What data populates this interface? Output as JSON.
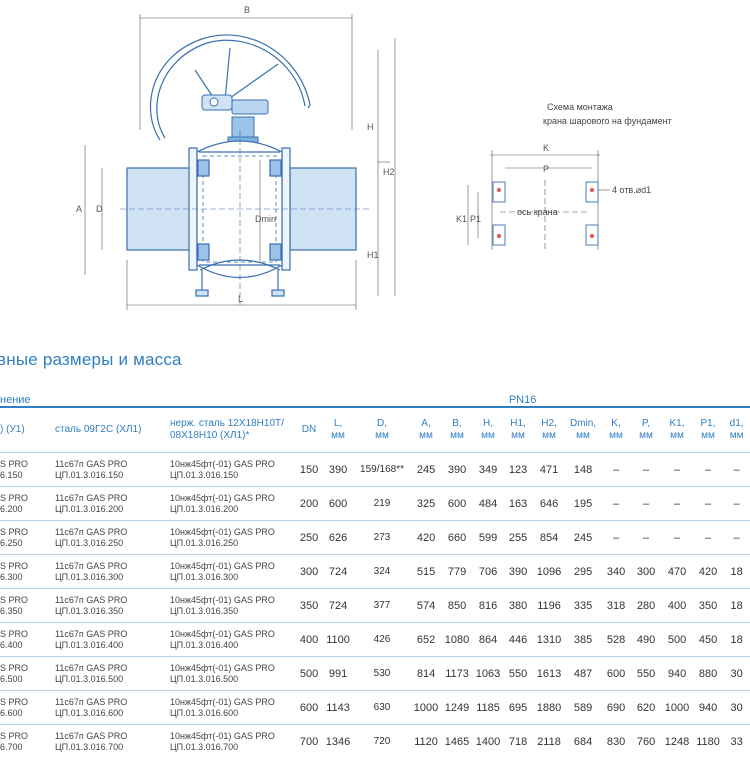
{
  "drawing": {
    "dims": {
      "B": "B",
      "H": "H",
      "H2": "H2",
      "H1": "H1",
      "A": "A",
      "D": "D",
      "Dmin": "Dmin",
      "L": "L"
    },
    "scheme": {
      "title_line1": "Схема монтажа",
      "title_line2": "крана шарового на фундамент",
      "K": "K",
      "P": "P",
      "K1": "K1",
      "P1": "P1",
      "holes": "4 отв.⌀d1",
      "axis": "ось крана"
    }
  },
  "section_title": "вные размеры и масса",
  "table": {
    "group_left": "нение",
    "group_right": "PN16",
    "headers": {
      "col_cut": ") (У1)",
      "col_steel": "сталь 09Г2С (ХЛ1)",
      "col_stainless": "нерж. сталь 12Х18Н10Т/ 08Х18Н10 (ХЛ1)*",
      "dims": [
        {
          "top": "DN",
          "bottom": ""
        },
        {
          "top": "L,",
          "bottom": "мм"
        },
        {
          "top": "D,",
          "bottom": "мм"
        },
        {
          "top": "A,",
          "bottom": "мм"
        },
        {
          "top": "B,",
          "bottom": "мм"
        },
        {
          "top": "H,",
          "bottom": "мм"
        },
        {
          "top": "H1,",
          "bottom": "мм"
        },
        {
          "top": "H2,",
          "bottom": "мм"
        },
        {
          "top": "Dmin,",
          "bottom": "мм"
        },
        {
          "top": "K,",
          "bottom": "мм"
        },
        {
          "top": "P,",
          "bottom": "мм"
        },
        {
          "top": "K1,",
          "bottom": "мм"
        },
        {
          "top": "P1,",
          "bottom": "мм"
        },
        {
          "top": "d1,",
          "bottom": "мм"
        }
      ]
    },
    "rows": [
      {
        "cut1": "S PRO",
        "cut2": "6.150",
        "s1": "11с67п GAS PRO",
        "s2": "ЦП.01.3.016.150",
        "n1": "10нж45фт(-01) GAS PRO",
        "n2": "ЦП.01.3.016.150",
        "vals": [
          "150",
          "390",
          "159/168**",
          "245",
          "390",
          "349",
          "123",
          "471",
          "148",
          "–",
          "–",
          "–",
          "–",
          "–"
        ]
      },
      {
        "cut1": "S PRO",
        "cut2": "6.200",
        "s1": "11с67п GAS PRO",
        "s2": "ЦП.01.3.016.200",
        "n1": "10нж45фт(-01) GAS PRO",
        "n2": "ЦП.01.3.016.200",
        "vals": [
          "200",
          "600",
          "219",
          "325",
          "600",
          "484",
          "163",
          "646",
          "195",
          "–",
          "–",
          "–",
          "–",
          "–"
        ]
      },
      {
        "cut1": "S PRO",
        "cut2": "6.250",
        "s1": "11с67п GAS PRO",
        "s2": "ЦП.01.3.016.250",
        "n1": "10нж45фт(-01) GAS PRO",
        "n2": "ЦП.01.3.016.250",
        "vals": [
          "250",
          "626",
          "273",
          "420",
          "660",
          "599",
          "255",
          "854",
          "245",
          "–",
          "–",
          "–",
          "–",
          "–"
        ]
      },
      {
        "cut1": "S PRO",
        "cut2": "6.300",
        "s1": "11с67п GAS PRO",
        "s2": "ЦП.01.3.016.300",
        "n1": "10нж45фт(-01) GAS PRO",
        "n2": "ЦП.01.3.016.300",
        "vals": [
          "300",
          "724",
          "324",
          "515",
          "779",
          "706",
          "390",
          "1096",
          "295",
          "340",
          "300",
          "470",
          "420",
          "18"
        ]
      },
      {
        "cut1": "S PRO",
        "cut2": "6.350",
        "s1": "11с67п GAS PRO",
        "s2": "ЦП.01.3.016.350",
        "n1": "10нж45фт(-01) GAS PRO",
        "n2": "ЦП.01.3.016.350",
        "vals": [
          "350",
          "724",
          "377",
          "574",
          "850",
          "816",
          "380",
          "1196",
          "335",
          "318",
          "280",
          "400",
          "350",
          "18"
        ]
      },
      {
        "cut1": "S PRO",
        "cut2": "6.400",
        "s1": "11с67п GAS PRO",
        "s2": "ЦП.01.3.016.400",
        "n1": "10нж45фт(-01) GAS PRO",
        "n2": "ЦП.01.3.016.400",
        "vals": [
          "400",
          "1100",
          "426",
          "652",
          "1080",
          "864",
          "446",
          "1310",
          "385",
          "528",
          "490",
          "500",
          "450",
          "18"
        ]
      },
      {
        "cut1": "S PRO",
        "cut2": "6.500",
        "s1": "11с67п GAS PRO",
        "s2": "ЦП.01.3.016.500",
        "n1": "10нж45фт(-01) GAS PRO",
        "n2": "ЦП.01.3.016.500",
        "vals": [
          "500",
          "991",
          "530",
          "814",
          "1173",
          "1063",
          "550",
          "1613",
          "487",
          "600",
          "550",
          "940",
          "880",
          "30"
        ]
      },
      {
        "cut1": "S PRO",
        "cut2": "6.600",
        "s1": "11с67п GAS PRO",
        "s2": "ЦП.01.3.016.600",
        "n1": "10нж45фт(-01) GAS PRO",
        "n2": "ЦП.01.3.016.600",
        "vals": [
          "600",
          "1143",
          "630",
          "1000",
          "1249",
          "1185",
          "695",
          "1880",
          "589",
          "690",
          "620",
          "1000",
          "940",
          "30"
        ]
      },
      {
        "cut1": "S PRO",
        "cut2": "6.700",
        "s1": "11с67п GAS PRO",
        "s2": "ЦП.01.3.016.700",
        "n1": "10нж45фт(-01) GAS PRO",
        "n2": "ЦП.01.3.016.700",
        "vals": [
          "700",
          "1346",
          "720",
          "1120",
          "1465",
          "1400",
          "718",
          "2118",
          "684",
          "830",
          "760",
          "1248",
          "1180",
          "33"
        ]
      }
    ]
  }
}
